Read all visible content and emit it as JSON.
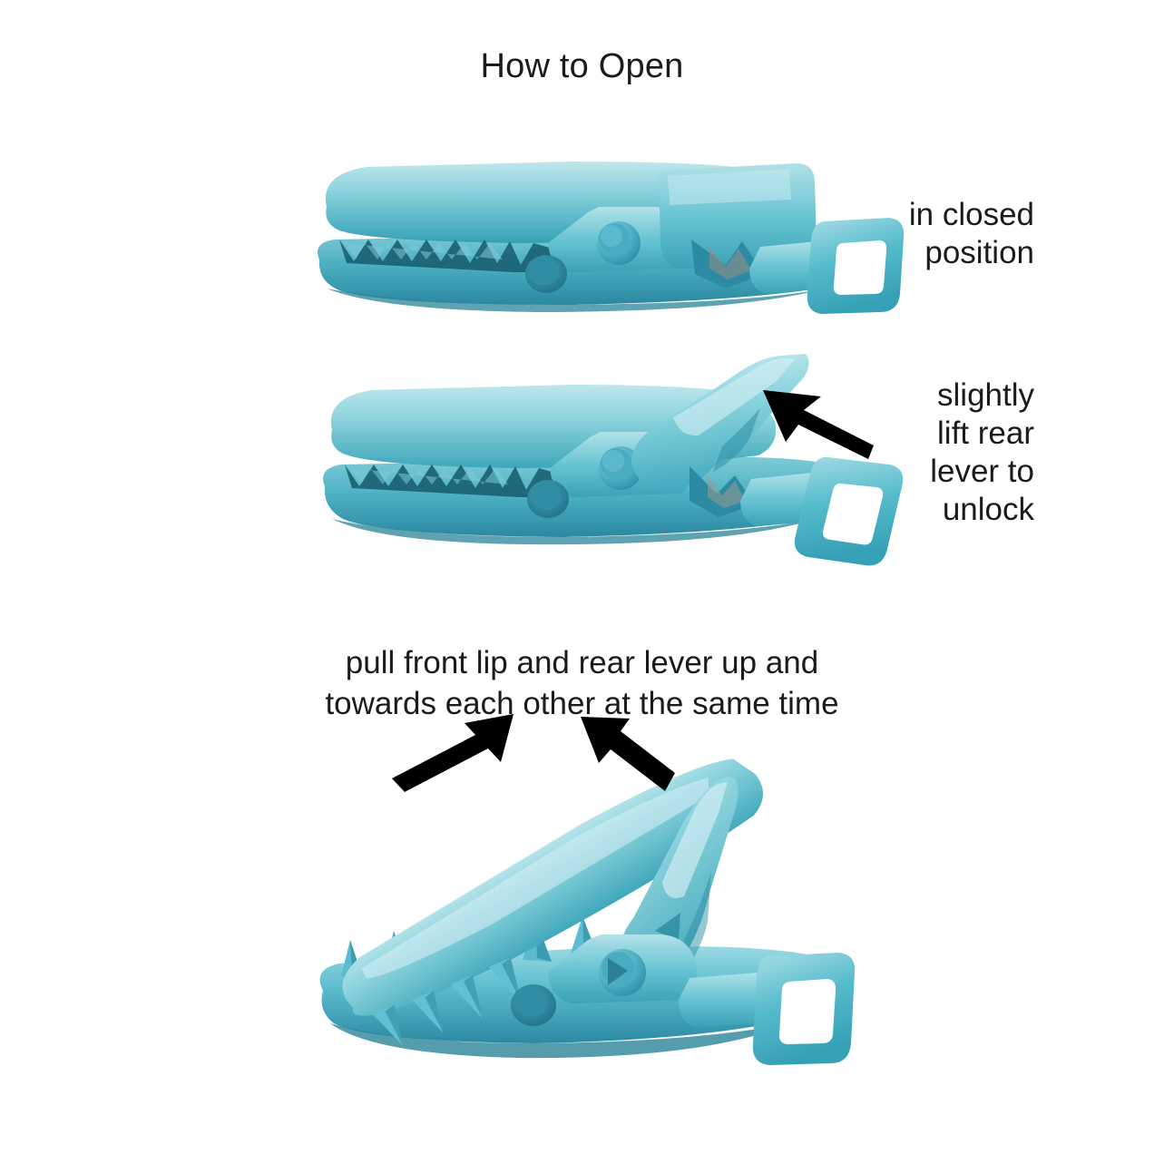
{
  "title": "How to Open",
  "background_color": "#ffffff",
  "text_color": "#1b1b1b",
  "clip": {
    "material_color_light": "#b6e3e8",
    "material_color_mid": "#6fc9d6",
    "material_color_base": "#4fb6c8",
    "material_color_dark": "#2f93a8",
    "material_color_shadow": "#1f7288",
    "teeth_shadow_color": "#1a5f72"
  },
  "steps": [
    {
      "id": "step-closed",
      "label_lines": [
        "in closed",
        "position"
      ],
      "state": "closed",
      "arrow": false
    },
    {
      "id": "step-lift-lever",
      "label_lines": [
        "slightly",
        "lift rear",
        "lever to",
        "unlock"
      ],
      "state": "rear lever lifted",
      "arrow": true,
      "arrow_color": "#000000"
    },
    {
      "id": "step-pull-open",
      "caption_lines": [
        "pull front lip and rear lever up and",
        "towards each other at the same time"
      ],
      "state": "fully open",
      "arrow_count": 2,
      "arrow_color": "#000000"
    }
  ]
}
